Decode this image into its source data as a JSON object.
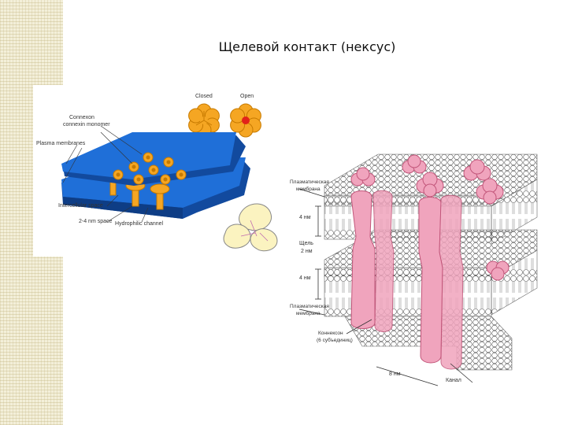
{
  "slide": {
    "title": "Щелевой контакт (нексус)"
  },
  "left_figure": {
    "labels": {
      "closed": "Closed",
      "open": "Open",
      "connexon": "Connexon",
      "connexin_monomer": "connexin monomer",
      "plasma_membranes": "Plasma membranes",
      "intercellular_space": "Intercellular space",
      "gap_space": "2-4 nm space",
      "hydrophilic_channel": "Hydrophilic channel"
    },
    "colors": {
      "membrane": "#1f6fd8",
      "membrane_dark": "#124a9e",
      "connexon": "#f5a623",
      "pore_open": "#e2231a"
    }
  },
  "right_figure": {
    "labels": {
      "plasma_membrane_top_1": "Плазматическая",
      "plasma_membrane_top_2": "мембрана",
      "nm4_top": "4 нм",
      "gap_1": "Щель",
      "gap_2": "2 нм",
      "nm4_bottom": "4 нм",
      "plasma_membrane_bottom_1": "Плазматическая",
      "plasma_membrane_bottom_2": "мембрана",
      "connexon_1": "Коннексон",
      "connexon_2": "(6 субъединиц)",
      "nm8": "8 нм",
      "channel": "Канал"
    },
    "colors": {
      "connexon": "#f0a4bd",
      "connexon_edge": "#c2567a",
      "lipid_head": "#ffffff"
    }
  }
}
